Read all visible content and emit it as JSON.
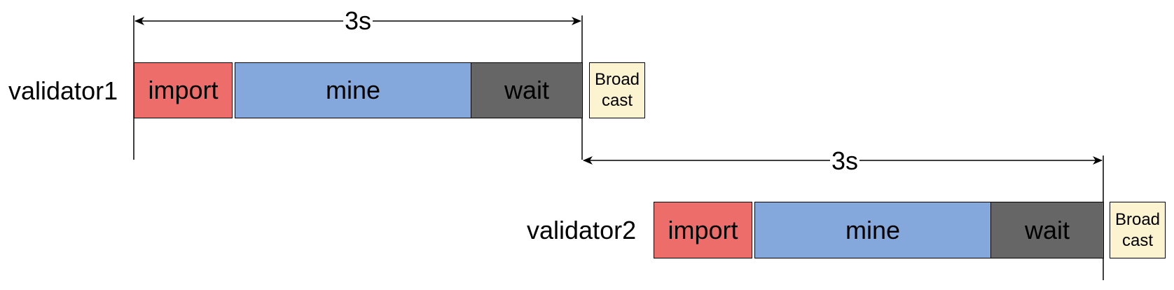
{
  "rows": [
    {
      "label": "validator1",
      "duration": "3s",
      "blocks": {
        "import": "import",
        "mine": "mine",
        "wait": "wait"
      },
      "broadcast": [
        "Broad",
        "cast"
      ]
    },
    {
      "label": "validator2",
      "duration": "3s",
      "blocks": {
        "import": "import",
        "mine": "mine",
        "wait": "wait"
      },
      "broadcast": [
        "Broad",
        "cast"
      ]
    }
  ],
  "colors": {
    "import": "#ec6d6a",
    "mine": "#84a7dc",
    "wait": "#666666",
    "broadcast": "#fcf3d1"
  }
}
